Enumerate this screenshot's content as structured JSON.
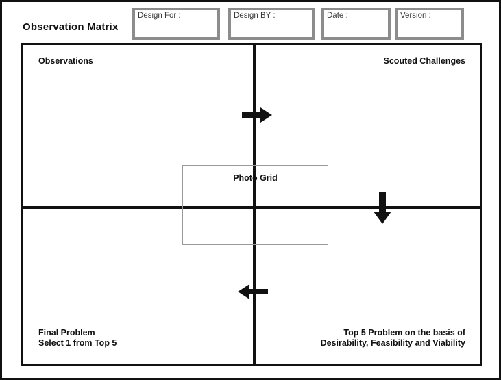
{
  "page": {
    "title": "Observation Matrix"
  },
  "header": {
    "meta_fields": [
      {
        "label": "Design For :",
        "value": ""
      },
      {
        "label": "Design BY :",
        "value": ""
      },
      {
        "label": "Date :",
        "value": ""
      },
      {
        "label": "Version :",
        "value": ""
      }
    ]
  },
  "matrix": {
    "quadrants": {
      "top_left": "Observations",
      "top_right": "Scouted Challenges",
      "bottom_left": "Final Problem\nSelect 1 from Top 5",
      "bottom_right": "Top 5 Problem on the basis of\nDesirability, Feasibility and Viability"
    },
    "center_panel": {
      "label": "Photo Grid"
    },
    "flow_arrows": [
      {
        "name": "arrow-right",
        "direction": "right"
      },
      {
        "name": "arrow-down",
        "direction": "down"
      },
      {
        "name": "arrow-left",
        "direction": "left"
      }
    ]
  },
  "colors": {
    "ink": "#111111",
    "meta_border": "#8c8c8c",
    "photo_grid_border": "#9a9a9a",
    "background": "#ffffff"
  }
}
